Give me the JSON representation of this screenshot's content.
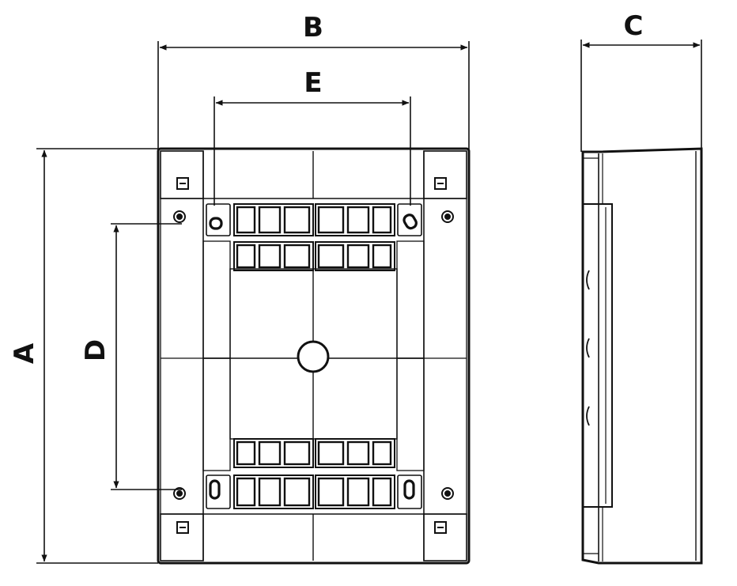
{
  "dimension_labels": {
    "overall_height": "A",
    "overall_width": "B",
    "depth": "C",
    "fixing_vertical": "D",
    "fixing_horizontal": "E"
  },
  "colors": {
    "line": "#111111",
    "thin_line": "#222222",
    "background": "#ffffff"
  }
}
